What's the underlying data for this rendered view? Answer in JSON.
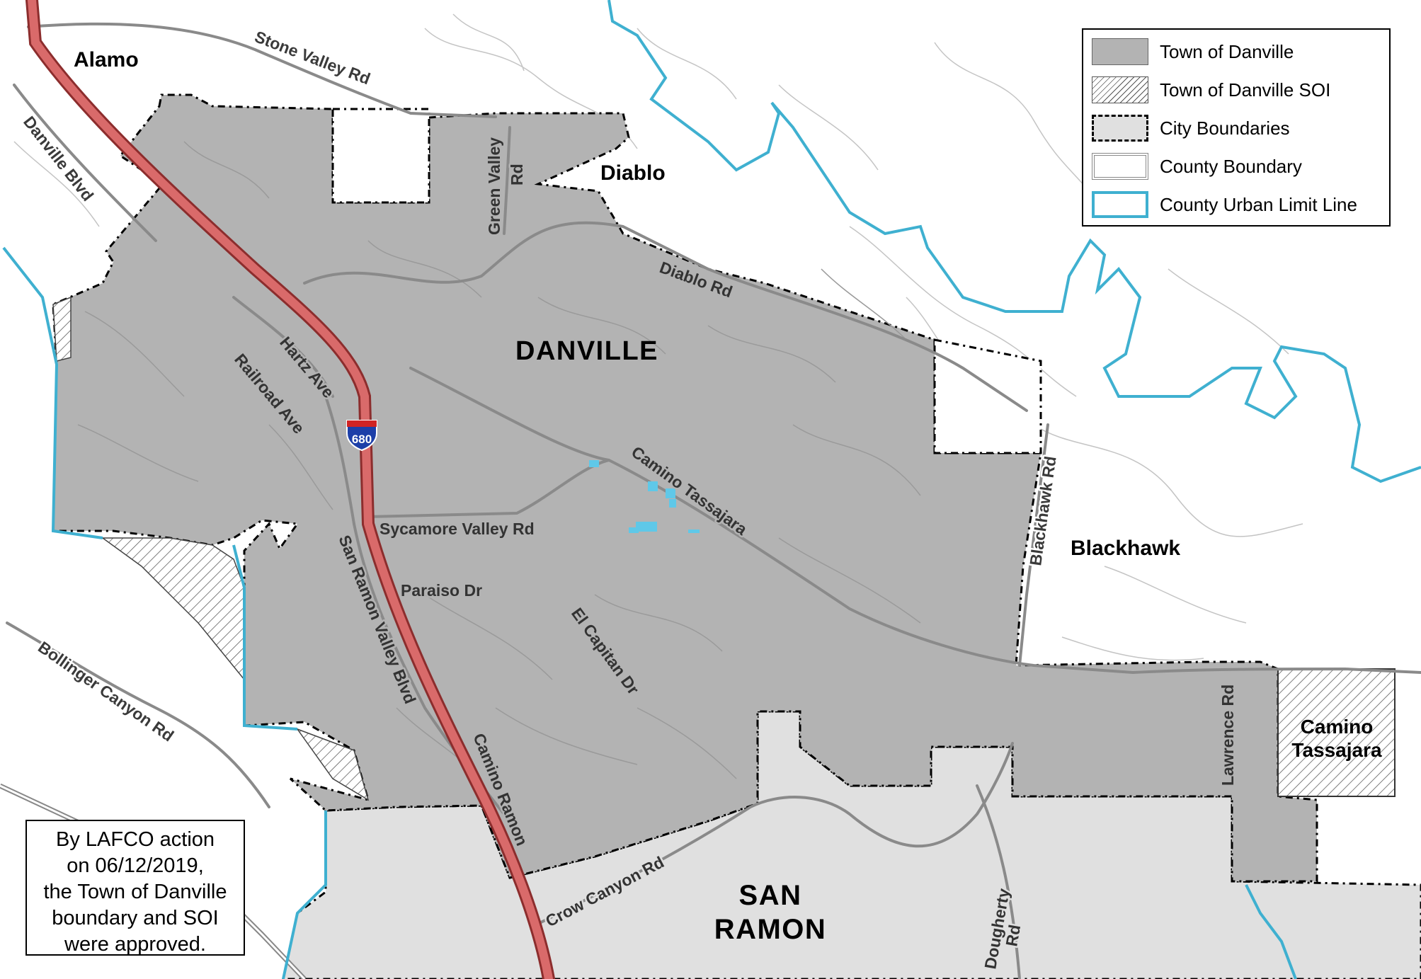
{
  "legend": {
    "items": [
      {
        "label": "Town of Danville",
        "swatch": "solid-gray"
      },
      {
        "label": "Town of Danville SOI",
        "swatch": "hatched"
      },
      {
        "label": "City Boundaries",
        "swatch": "dash-dot-border"
      },
      {
        "label": "County Boundary",
        "swatch": "double-gray-border"
      },
      {
        "label": "County Urban Limit Line",
        "swatch": "blue-border"
      }
    ]
  },
  "places": {
    "alamo": "Alamo",
    "diablo": "Diablo",
    "danville": "DANVILLE",
    "blackhawk": "Blackhawk",
    "camino_tassajara_line1": "Camino",
    "camino_tassajara_line2": "Tassajara",
    "san_ramon_line1": "SAN",
    "san_ramon_line2": "RAMON"
  },
  "roads": {
    "stone_valley": "Stone Valley Rd",
    "danville_blvd": "Danville Blvd",
    "green_valley_line1": "Green Valley",
    "green_valley_line2": "Rd",
    "diablo_rd": "Diablo Rd",
    "hartz_ave": "Hartz Ave",
    "railroad_ave": "Railroad Ave",
    "camino_tassajara": "Camino Tassajara",
    "sycamore_valley": "Sycamore Valley Rd",
    "paraiso_dr": "Paraiso Dr",
    "san_ramon_valley_blvd": "San Ramon Valley Blvd",
    "el_capitan_dr": "El Capitan Dr",
    "blackhawk_rd": "Blackhawk Rd",
    "bollinger_canyon": "Bollinger Canyon Rd",
    "camino_ramon": "Camino Ramon",
    "crow_canyon": "Crow Canyon Rd",
    "dougherty_line1": "Dougherty",
    "dougherty_line2": "Rd",
    "lawrence_rd": "Lawrence Rd"
  },
  "highway": {
    "number": "680"
  },
  "note": {
    "lines": [
      "By LAFCO action",
      "on 06/12/2019,",
      "the Town of Danville",
      "boundary and SOI",
      "were approved."
    ]
  },
  "colors": {
    "town": "#b3b3b3",
    "city": "#e0e0e0",
    "urban_limit_line": "#3fb0d0",
    "freeway": "#d96a6a",
    "roads": "#8a8a8a"
  }
}
